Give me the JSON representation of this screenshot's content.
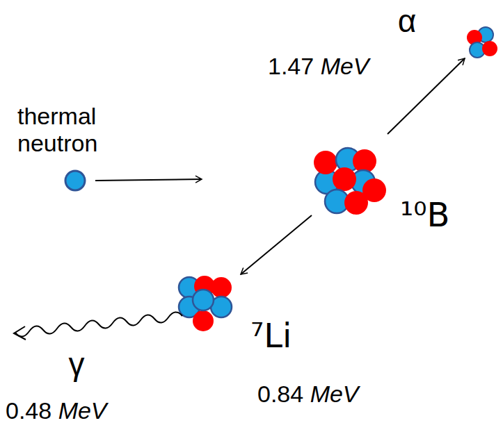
{
  "diagram": {
    "labels": [
      "α",
      "1.47 MeV",
      "thermal neutron",
      "¹⁰B",
      "⁷Li",
      "0.84 MeV",
      "γ",
      "0.48 MeV"
    ]
  }
}
